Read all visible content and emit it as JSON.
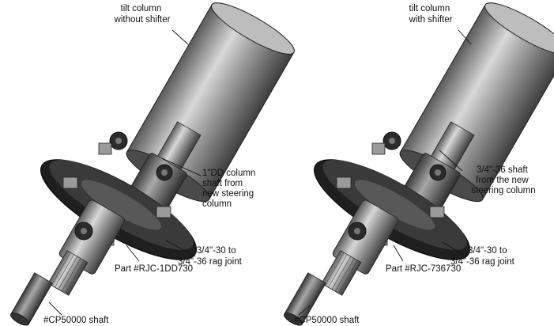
{
  "figure": {
    "panels": [
      {
        "column_label": [
          "tilt column",
          "without shifter"
        ],
        "shaft_label": [
          "1\"DD column",
          "shaft from",
          "new steering",
          "column"
        ],
        "rag_label": [
          "3/4\"-30 to",
          "3/4\"-36 rag joint"
        ],
        "part_label": "Part #RJC-1DD730",
        "cp_label": "#CP50000 shaft"
      },
      {
        "column_label": [
          "tilt column",
          "with shifter"
        ],
        "shaft_label": [
          "3/4\"-36 shaft",
          "from the new",
          "steering column"
        ],
        "rag_label": [
          "3/4\"-30 to",
          "3/4\"-36 rag joint"
        ],
        "part_label": "Part #RJC-736730",
        "cp_label": "#CP50000 shaft"
      }
    ]
  }
}
